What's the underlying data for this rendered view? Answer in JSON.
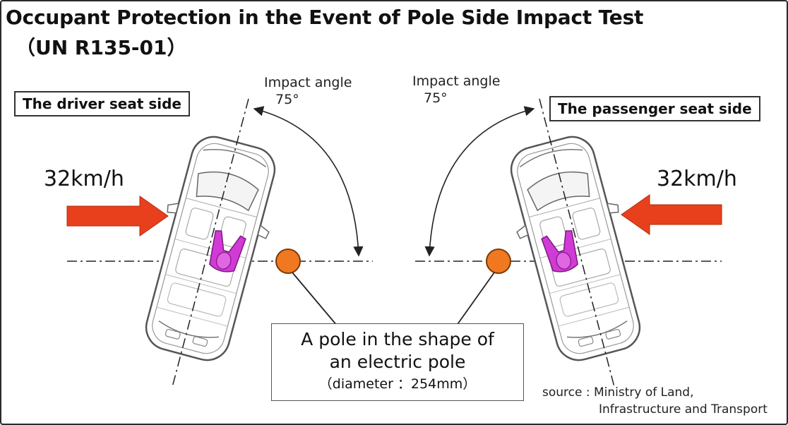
{
  "title": "Occupant Protection in the Event of Pole Side Impact Test",
  "subtitle": "（UN R135-01）",
  "left": {
    "side_label": "The driver seat side",
    "speed": "32km/h",
    "angle_label": "Impact angle",
    "angle_value": "75°"
  },
  "right": {
    "side_label": "The passenger seat side",
    "speed": "32km/h",
    "angle_label": "Impact angle",
    "angle_value": "75°"
  },
  "pole": {
    "line1": "A pole in the shape of",
    "line2": "an electric pole",
    "line3": "（diameter ：254mm）"
  },
  "source": {
    "line1": "source : Ministry of Land,",
    "line2": "Infrastructure and Transport"
  },
  "colors": {
    "arrow": "#e8401c",
    "pole": "#f07820",
    "occupant": "#d23ad6",
    "line": "#222222"
  }
}
